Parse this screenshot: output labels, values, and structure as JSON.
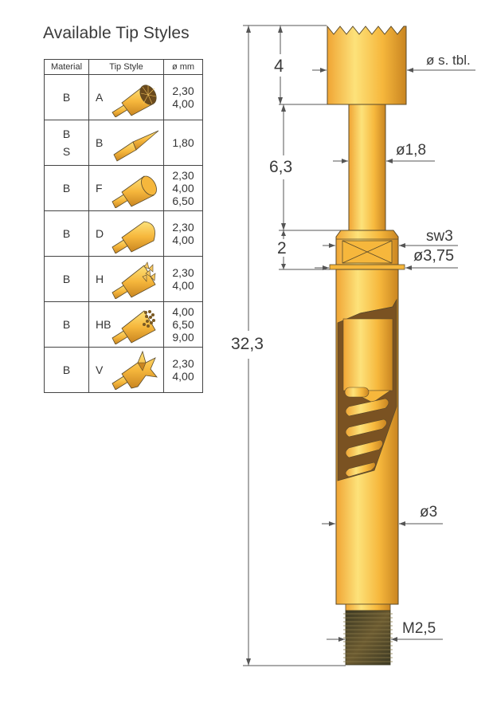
{
  "title": "Available Tip Styles",
  "table": {
    "headers": [
      "Material",
      "Tip Style",
      "ø mm"
    ],
    "rows": [
      {
        "material": [
          "B"
        ],
        "tip": "A",
        "diameters": [
          "2,30",
          "4,00"
        ],
        "icon": "serrated-crown-tip-icon"
      },
      {
        "material": [
          "B",
          "S"
        ],
        "tip": "B",
        "diameters": [
          "1,80"
        ],
        "icon": "pointed-cone-tip-icon"
      },
      {
        "material": [
          "B"
        ],
        "tip": "F",
        "diameters": [
          "2,30",
          "4,00",
          "6,50"
        ],
        "icon": "flat-tip-icon"
      },
      {
        "material": [
          "B"
        ],
        "tip": "D",
        "diameters": [
          "2,30",
          "4,00"
        ],
        "icon": "domed-tip-icon"
      },
      {
        "material": [
          "B"
        ],
        "tip": "H",
        "diameters": [
          "2,30",
          "4,00"
        ],
        "icon": "multi-point-tip-icon"
      },
      {
        "material": [
          "B"
        ],
        "tip": "HB",
        "diameters": [
          "4,00",
          "6,50",
          "9,00"
        ],
        "icon": "multi-point-fine-tip-icon"
      },
      {
        "material": [
          "B"
        ],
        "tip": "V",
        "diameters": [
          "2,30",
          "4,00"
        ],
        "icon": "crown-v-tip-icon"
      }
    ]
  },
  "diagram": {
    "dimensions": {
      "head_length": "4",
      "head_diameter": "ø s. tbl.",
      "shaft_length": "6,3",
      "shaft_diameter": "ø1,8",
      "collar_length": "2",
      "wrench_size": "sw3",
      "collar_diameter": "ø3,75",
      "overall_length": "32,3",
      "barrel_diameter": "ø3",
      "thread": "M2,5"
    },
    "colors": {
      "gold_light": "#fde27a",
      "gold_mid": "#f6b73c",
      "gold_dark": "#c98521",
      "outline": "#5a4a2a",
      "dim_line": "#555555",
      "thread": "#4a4228"
    }
  }
}
